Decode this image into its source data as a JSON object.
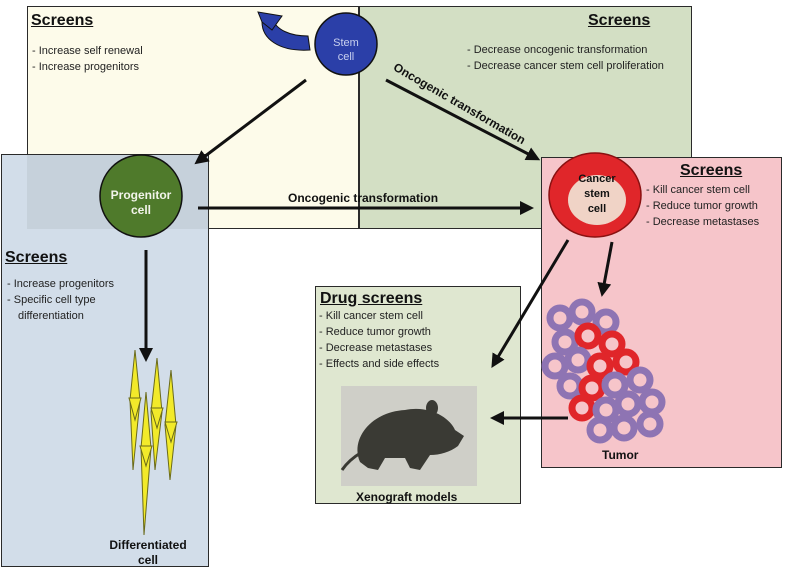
{
  "screens_heading": "Screens",
  "drug_screens_heading": "Drug screens",
  "yellow_screens": [
    "Increase self renewal",
    "Increase progenitors"
  ],
  "green_screens": [
    "Decrease oncogenic transformation",
    "Decrease cancer stem cell proliferation"
  ],
  "blue_screens": [
    "Increase progenitors",
    "Specific cell type",
    "differentiation"
  ],
  "red_screens": [
    "Kill cancer stem cell",
    "Reduce tumor growth",
    "Decrease metastases"
  ],
  "drug_screens": [
    "Kill cancer stem cell",
    "Reduce tumor growth",
    "Decrease metastases",
    "Effects and side effects"
  ],
  "stem_cell": [
    "Stem",
    "cell"
  ],
  "progenitor_cell": [
    "Progenitor",
    "cell"
  ],
  "cancer_stem_cell": [
    "Cancer",
    "stem",
    "cell"
  ],
  "oncogenic_transformation": "Oncogenic transformation",
  "tumor_label": "Tumor",
  "xenograft_label": "Xenograft models",
  "differentiated_cell": [
    "Differentiated",
    "cell"
  ],
  "colors": {
    "yellow_panel": "#fdfbea",
    "green_panel": "#d3dfc4",
    "blue_panel": "#d2dde9",
    "red_panel": "#f6c5ca",
    "drug_panel": "#dfe7d0",
    "stem_cell": "#2b3fa8",
    "progenitor": "#4f7a2b",
    "cancer_red": "#e0262a",
    "tumor_purple": "#8e74b3",
    "spindle_yellow": "#f2ea2a"
  }
}
